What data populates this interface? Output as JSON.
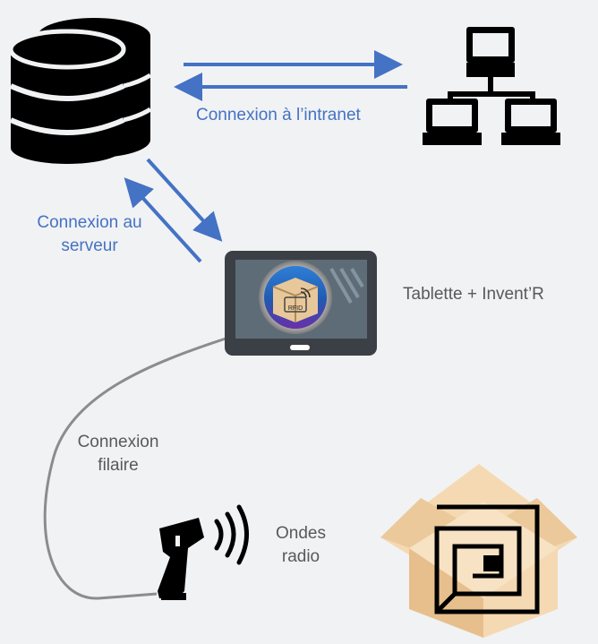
{
  "labels": {
    "intranet": "Connexion à l’intranet",
    "server_line1": "Connexion au",
    "server_line2": "serveur",
    "tablet": "Tablette + Invent’R",
    "wired_line1": "Connexion",
    "wired_line2": "filaire",
    "radio_line1": "Ondes",
    "radio_line2": "radio"
  },
  "icons": {
    "database": "database-icon",
    "network": "network-computers-icon",
    "tablet": "tablet-icon",
    "app": "invent-r-app-icon",
    "scanner": "barcode-scanner-icon",
    "waves": "radio-waves-icon",
    "box": "rfid-box-icon"
  },
  "app_badge_text": "RFID",
  "colors": {
    "background": "#f1f2f4",
    "arrow": "#4472c4",
    "label_blue": "#4472c4",
    "label_grey": "#595959",
    "icon_black": "#000000",
    "tablet_frame": "#3b4046",
    "tablet_screen": "#5e6c77",
    "cable": "#8c8c8c",
    "box_light": "#f5d9b3",
    "box_dark": "#e7bf8c"
  }
}
